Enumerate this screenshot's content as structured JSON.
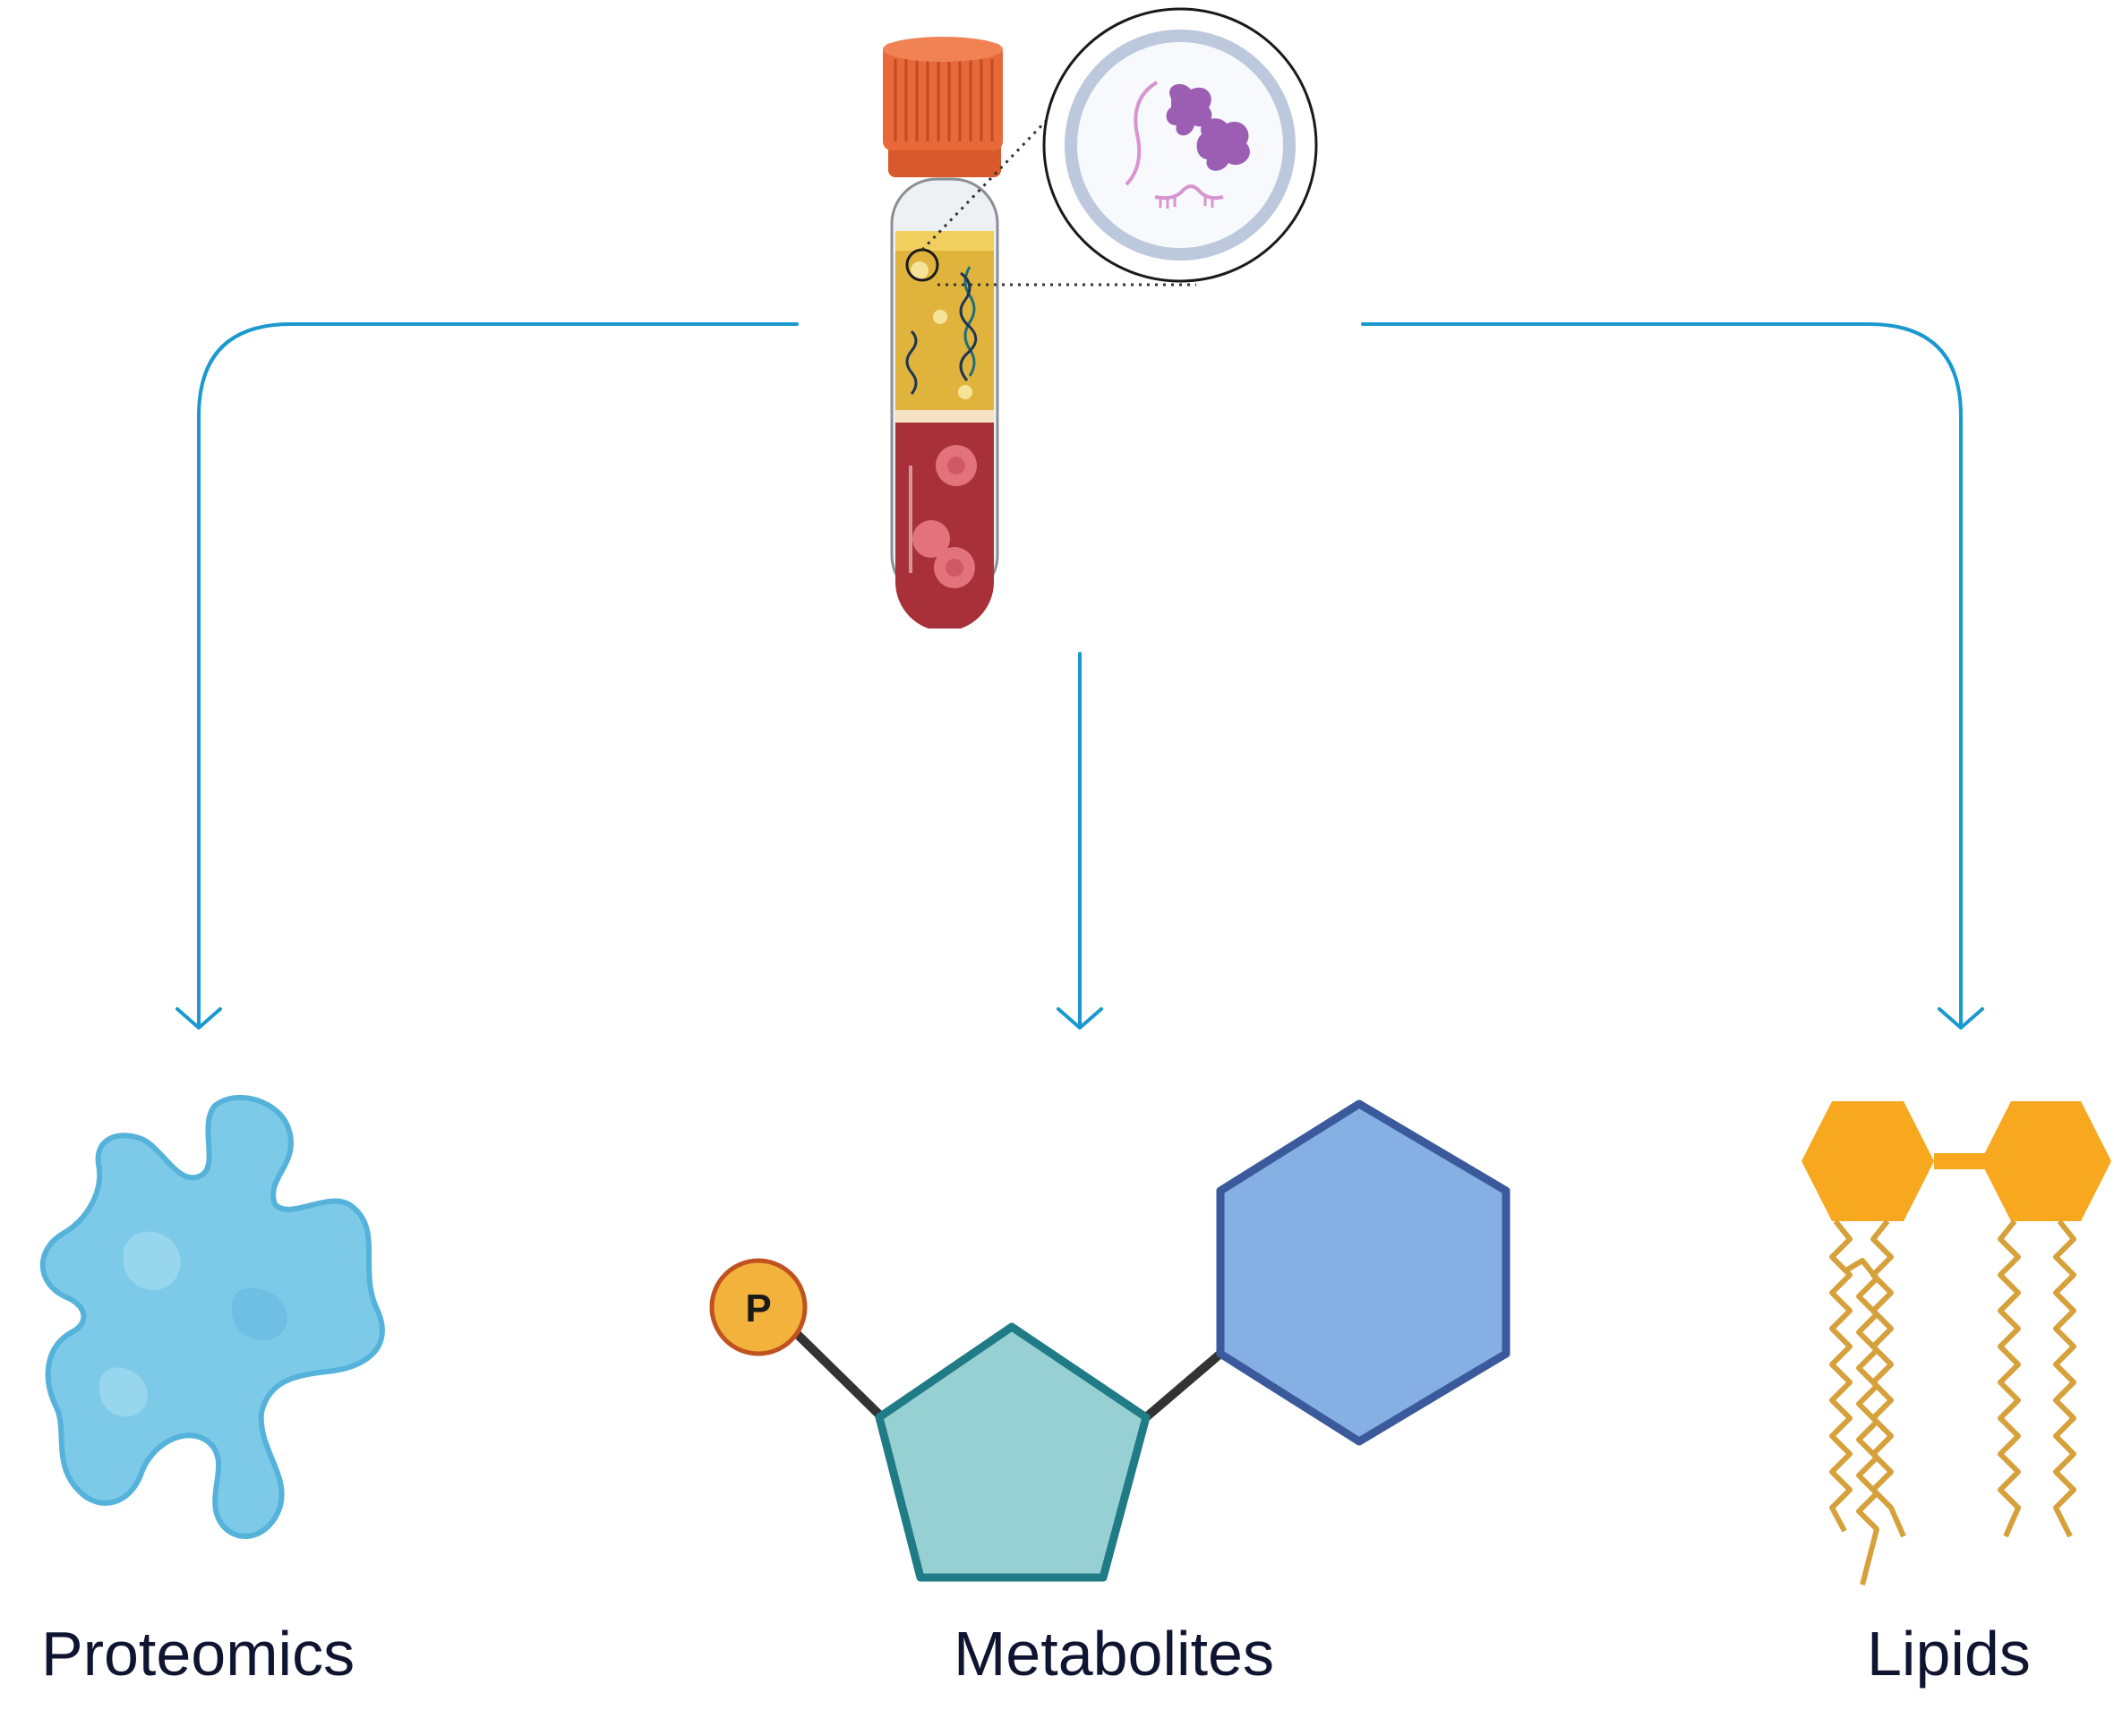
{
  "colors": {
    "arrow": "#1a99d0",
    "label_text": "#0f1430",
    "tube_cap": "#e8683a",
    "plasma": "#e0b43c",
    "blood": "#a83038",
    "protein": "#7dc9e8",
    "phosphate": "#f2b23c",
    "pentagon_fill": "#97d0d2",
    "pentagon_stroke": "#1f7b86",
    "hexagon_fill": "#86b0e4",
    "hexagon_stroke": "#3a5a9c",
    "lipid": "#f7a81e",
    "lipid_tail": "#d6a13a"
  },
  "icons": {
    "tube": "blood-tube-icon",
    "magnifier": "magnified-plasma-icon",
    "protein": "protein-blob-icon",
    "metabolite": "metabolite-molecule-icon",
    "lipid": "lipid-molecule-icon"
  },
  "phosphate_label": "P",
  "outputs": {
    "proteomics": "Proteomics",
    "metabolites": "Metabolites",
    "lipids": "Lipids"
  }
}
